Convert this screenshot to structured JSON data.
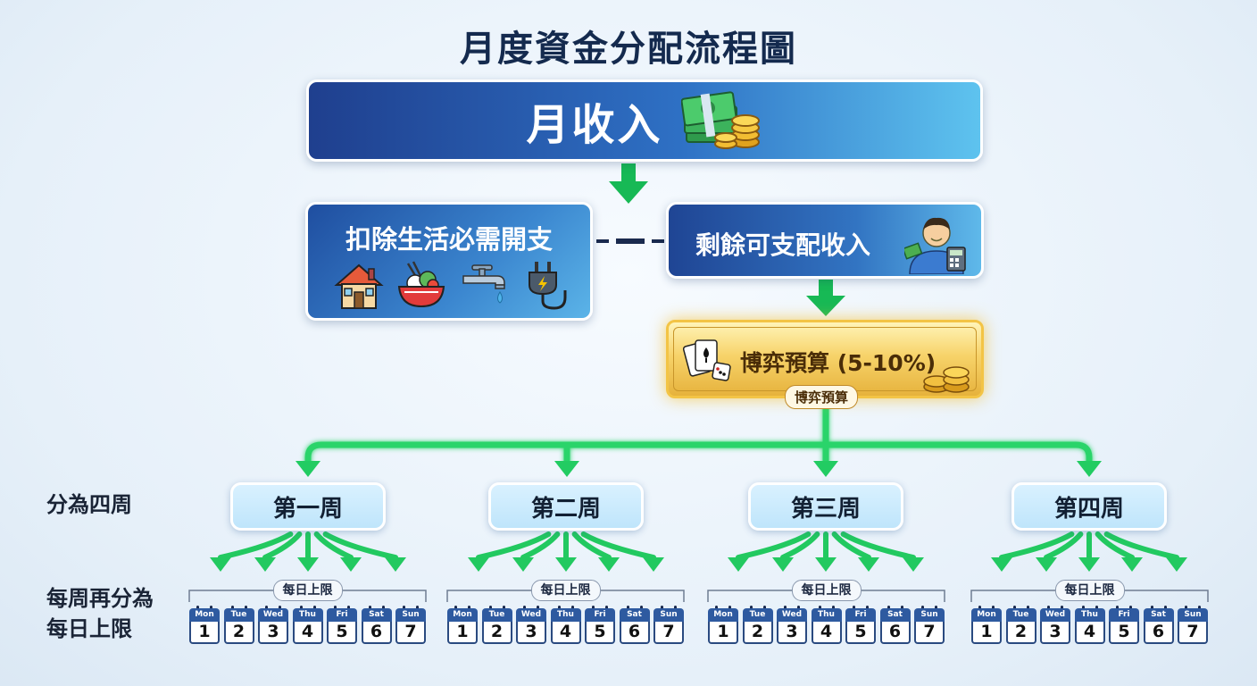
{
  "title": "月度資金分配流程圖",
  "income": {
    "label": "月收入",
    "icon": "money-stack-coins-icon"
  },
  "deduct": {
    "label": "扣除生活必需開支",
    "icons": [
      "house-icon",
      "food-bowl-icon",
      "water-faucet-icon",
      "electric-plug-icon"
    ]
  },
  "disposable": {
    "label": "剩餘可支配收入",
    "icon": "person-calculator-icon"
  },
  "gamble": {
    "label": "博弈預算 (5-10%)",
    "tag": "博弈預算",
    "icons": [
      "playing-cards-icon",
      "dice-icon",
      "coins-icon"
    ]
  },
  "side_labels": {
    "weeks": "分為四周",
    "daily_line1": "每周再分為",
    "daily_line2": "每日上限"
  },
  "weeks": [
    {
      "label": "第一周",
      "limit": "每日上限"
    },
    {
      "label": "第二周",
      "limit": "每日上限"
    },
    {
      "label": "第三周",
      "limit": "每日上限"
    },
    {
      "label": "第四周",
      "limit": "每日上限"
    }
  ],
  "days": [
    {
      "name": "Mon",
      "num": "1"
    },
    {
      "name": "Tue",
      "num": "2"
    },
    {
      "name": "Wed",
      "num": "3"
    },
    {
      "name": "Thu",
      "num": "4"
    },
    {
      "name": "Fri",
      "num": "5"
    },
    {
      "name": "Sat",
      "num": "6"
    },
    {
      "name": "Sun",
      "num": "7"
    }
  ],
  "colors": {
    "arrow": "#19c25a",
    "primary": "#2e70c4",
    "gold": "#f3c445",
    "title": "#142a4e"
  }
}
